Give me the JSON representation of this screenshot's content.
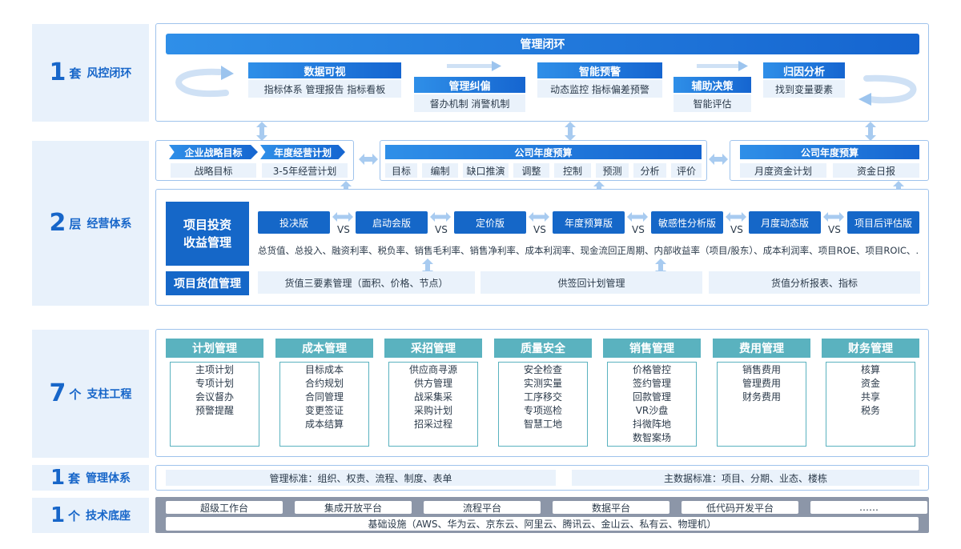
{
  "left_labels": [
    {
      "num": "1",
      "qty": "套",
      "text": "风控闭环"
    },
    {
      "num": "2",
      "qty": "层",
      "text": "经营体系"
    },
    {
      "num": "7",
      "qty": "个",
      "text": "支柱工程"
    },
    {
      "num": "1",
      "qty": "套",
      "text": "管理体系"
    },
    {
      "num": "1",
      "qty": "个",
      "text": "技术底座"
    }
  ],
  "loop": {
    "title": "管理闭环",
    "items": [
      {
        "title": "数据可视",
        "sub": "指标体系 管理报告 指标看板"
      },
      {
        "title": "管理纠偏",
        "sub": "督办机制 消警机制"
      },
      {
        "title": "智能预警",
        "sub": "动态监控 指标偏差预警"
      },
      {
        "title": "辅助决策",
        "sub": "智能评估"
      },
      {
        "title": "归因分析",
        "sub": "找到变量要素"
      }
    ]
  },
  "ops": {
    "strategy": {
      "h1": "企业战略目标",
      "h2": "年度经营计划",
      "s1": "战略目标",
      "s2": "3-5年经营计划"
    },
    "budget": {
      "title": "公司年度预算",
      "items": [
        "目标",
        "编制",
        "缺口推演",
        "调整",
        "控制",
        "预测",
        "分析",
        "评价"
      ]
    },
    "fund": {
      "title": "公司年度预算",
      "items": [
        "月度资金计划",
        "资金日报"
      ]
    },
    "invest": {
      "label": "项目投资收益管理",
      "label_l1": "项目投资",
      "label_l2": "收益管理",
      "versions": [
        "投决版",
        "启动会版",
        "定价版",
        "年度预算版",
        "敏感性分析版",
        "月度动态版",
        "项目后评估版"
      ],
      "vs": "VS",
      "metrics": "总货值、总投入、融资利率、税负率、销售毛利率、销售净利率、成本利润率、现金流回正周期、内部收益率（项目/股东）、成本利润率、项目ROE、项目ROIC、……"
    },
    "value": {
      "label": "项目货值管理",
      "items": [
        "货值三要素管理（面积、价格、节点）",
        "供签回计划管理",
        "货值分析报表、指标"
      ]
    }
  },
  "pillars": [
    {
      "title": "计划管理",
      "items": [
        "主项计划",
        "专项计划",
        "会议督办",
        "预警提醒"
      ]
    },
    {
      "title": "成本管理",
      "items": [
        "目标成本",
        "合约规划",
        "合同管理",
        "变更签证",
        "成本结算"
      ]
    },
    {
      "title": "采招管理",
      "items": [
        "供应商寻源",
        "供方管理",
        "战采集采",
        "采购计划",
        "招采过程"
      ]
    },
    {
      "title": "质量安全",
      "items": [
        "安全检查",
        "实测实量",
        "工序移交",
        "专项巡检",
        "智慧工地"
      ]
    },
    {
      "title": "销售管理",
      "items": [
        "价格管控",
        "签约管理",
        "回款管理",
        "VR沙盘",
        "抖微阵地",
        "数智案场"
      ]
    },
    {
      "title": "费用管理",
      "items": [
        "销售费用",
        "管理费用",
        "财务费用"
      ]
    },
    {
      "title": "财务管理",
      "items": [
        "核算",
        "资金",
        "共享",
        "税务"
      ]
    }
  ],
  "mgmt": {
    "left": "管理标准：组织、权责、流程、制度、表单",
    "right": "主数据标准：项目、分期、业态、楼栋"
  },
  "tech": {
    "platforms": [
      "超级工作台",
      "集成开放平台",
      "流程平台",
      "数据平台",
      "低代码开发平台",
      "……"
    ],
    "infra": "基础设施（AWS、华为云、京东云、阿里云、腾讯云、金山云、私有云、物理机）"
  },
  "colors": {
    "primary": "#1567c8",
    "accent": "#2f8fe8",
    "light": "#eaf2fb",
    "teal": "#5ab2bf",
    "techbar": "#8c96a8"
  }
}
